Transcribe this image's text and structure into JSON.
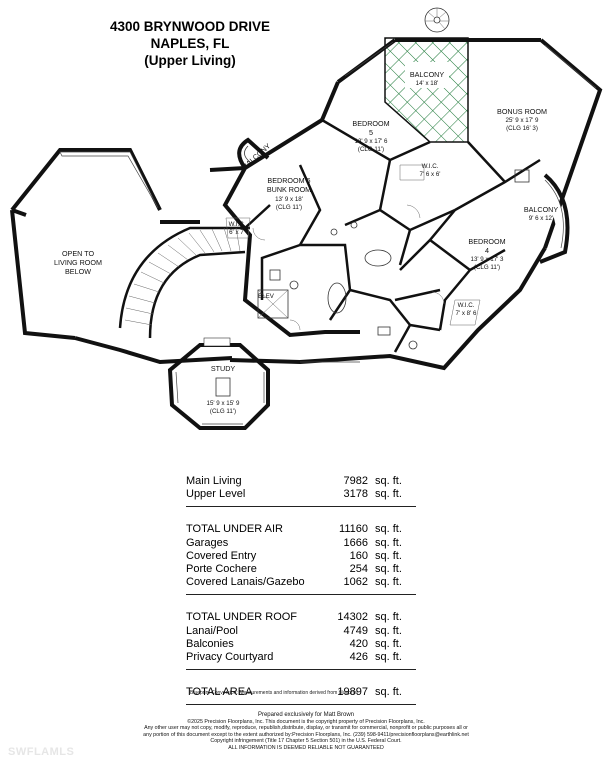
{
  "header": {
    "line1": "4300 BRYNWOOD DRIVE",
    "line2": "NAPLES, FL",
    "line3": "(Upper Living)"
  },
  "plan": {
    "rooms": {
      "balcony_top": {
        "name": "BALCONY",
        "size": "14' x 18'"
      },
      "bedroom5": {
        "name": "BEDROOM",
        "num": "5",
        "size": "13' 9 x 17' 6",
        "ceiling": "(CLG 11')"
      },
      "bonus_room": {
        "name": "BONUS ROOM",
        "size": "25' 9 x 17' 9",
        "ceiling": "(CLG 16' 3)"
      },
      "balcony_left": {
        "name": "BALCONY"
      },
      "bedroom6": {
        "name": "BEDROOM 6",
        "sub": "BUNK ROOM",
        "size": "13' 9 x 18'",
        "ceiling": "(CLG 11')"
      },
      "wic_b5": {
        "name": "W.I.C.",
        "size": "7' 6 x 6'"
      },
      "balcony_right": {
        "name": "BALCONY",
        "size": "9' 6 x 12'"
      },
      "open_to_living": {
        "line1": "OPEN TO",
        "line2": "LIVING ROOM",
        "line3": "BELOW"
      },
      "wic_b6": {
        "name": "W.I.C.",
        "size": "6' x 7'"
      },
      "bedroom4": {
        "name": "BEDROOM",
        "num": "4",
        "size": "13' 9 x 17' 3",
        "ceiling": "(CLG 11')"
      },
      "elev": {
        "name": "ELEV"
      },
      "wic_b4": {
        "name": "W.I.C.",
        "size": "7' x 8' 6"
      },
      "study": {
        "name": "STUDY",
        "size": "15' 9 x 15' 9",
        "ceiling": "(CLG 11')"
      }
    }
  },
  "area_summary": {
    "unit": "sq. ft.",
    "group1": [
      {
        "label": "Main Living",
        "value": "7982"
      },
      {
        "label": "Upper Level",
        "value": "3178"
      }
    ],
    "group2": [
      {
        "label": "TOTAL UNDER AIR",
        "value": "11160"
      },
      {
        "label": "Garages",
        "value": "1666"
      },
      {
        "label": "Covered Entry",
        "value": "160"
      },
      {
        "label": "Porte Cochere",
        "value": "254"
      },
      {
        "label": "Covered Lanais/Gazebo",
        "value": "1062"
      }
    ],
    "group3": [
      {
        "label": "TOTAL UNDER ROOF",
        "value": "14302"
      },
      {
        "label": "Lanai/Pool",
        "value": "4749"
      },
      {
        "label": "Balconies",
        "value": "420"
      },
      {
        "label": "Privacy Courtyard",
        "value": "426"
      }
    ],
    "group4": [
      {
        "label": "TOTAL AREA",
        "value": "19897"
      }
    ]
  },
  "disclaimer": "Blueprint Conversion: Measurements and information derived from blueprint",
  "credits": {
    "prepared": "Prepared exclusively for Matt Brown",
    "line1": "©2025 Precision Floorplans, Inc.  This document is the copyright property of Precision Floorplans, Inc.",
    "line2": "Any other user may not copy, modify, reproduce, republish,distribute, display, or transmit for commercial, nonprofit or public purposes all or",
    "line3": "any portion of this document except to the extent authorized by:Precision Floorplans, Inc. (239) 598-9411/precisionfloorplans@earthlink.net",
    "line4": "Copyright infringement (Title 17 Chapter 5 Section 501) in the U.S. Federal Court.",
    "line5": "ALL INFORMATION IS DEEMED RELIABLE NOT GUARANTEED"
  },
  "watermark": "SWFLAMLS"
}
